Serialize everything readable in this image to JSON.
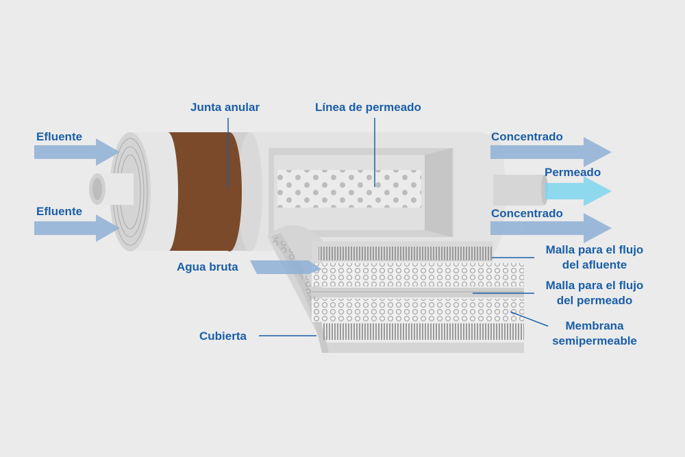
{
  "labels": {
    "efluente_top": "Efluente",
    "efluente_bottom": "Efluente",
    "junta_anular": "Junta anular",
    "linea_permeado": "Línea de permeado",
    "concentrado_top": "Concentrado",
    "permeado": "Permeado",
    "concentrado_bottom": "Concentrado",
    "agua_bruta": "Agua bruta",
    "cubierta": "Cubierta",
    "malla_afluente_1": "Malla para el flujo",
    "malla_afluente_2": "del afluente",
    "malla_permeado_1": "Malla para el flujo",
    "malla_permeado_2": "del permeado",
    "membrana_1": "Membrana",
    "membrana_2": "semipermeable"
  },
  "colors": {
    "background": "#ebebeb",
    "label": "#1a5ea8",
    "flow_arrow": "#8fb0d6",
    "permeate_arrow": "#7fd6ef",
    "ring_seal": "#7a4a2a"
  }
}
